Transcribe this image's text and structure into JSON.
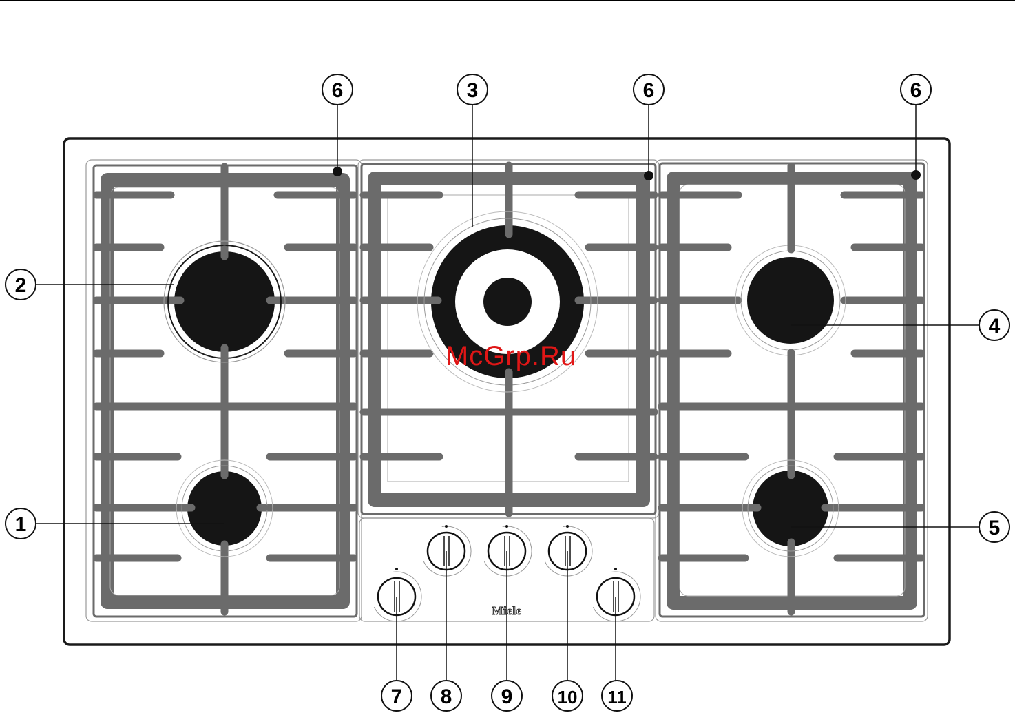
{
  "callouts": [
    {
      "id": "1",
      "label": "1"
    },
    {
      "id": "2",
      "label": "2"
    },
    {
      "id": "3",
      "label": "3"
    },
    {
      "id": "4",
      "label": "4"
    },
    {
      "id": "5",
      "label": "5"
    },
    {
      "id": "6",
      "label": "6"
    },
    {
      "id": "7",
      "label": "7"
    },
    {
      "id": "8",
      "label": "8"
    },
    {
      "id": "9",
      "label": "9"
    },
    {
      "id": "10",
      "label": "10"
    },
    {
      "id": "11",
      "label": "11"
    }
  ],
  "brand": "Miele",
  "watermark": "McGrp.Ru",
  "colors": {
    "grate": "#6b6b6b",
    "burner": "#151515",
    "outline": "#1a1a1a",
    "watermark": "#e01616"
  }
}
